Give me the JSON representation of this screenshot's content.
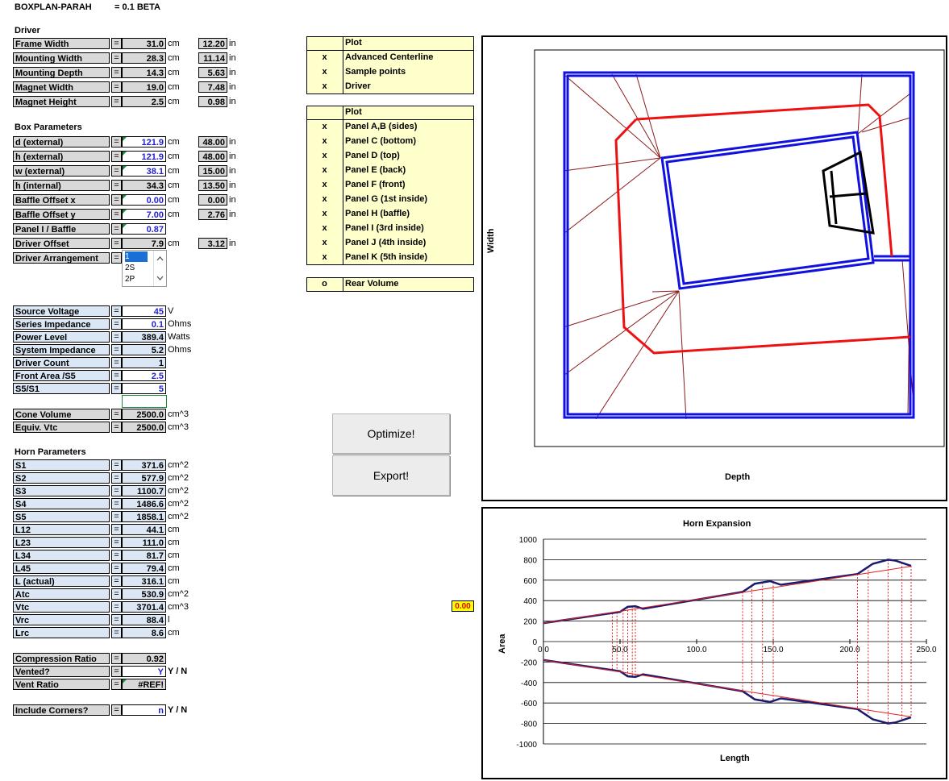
{
  "app": {
    "title": "BOXPLAN-PARAH",
    "version": "= 0.1 BETA"
  },
  "driver": {
    "heading": "Driver",
    "rows": [
      {
        "label": "Frame Width",
        "value": "31.0",
        "unit": "cm",
        "conv": "12.20",
        "conv_unit": "in"
      },
      {
        "label": "Mounting Width",
        "value": "28.3",
        "unit": "cm",
        "conv": "11.14",
        "conv_unit": "in"
      },
      {
        "label": "Mounting Depth",
        "value": "14.3",
        "unit": "cm",
        "conv": "5.63",
        "conv_unit": "in"
      },
      {
        "label": "Magnet Width",
        "value": "19.0",
        "unit": "cm",
        "conv": "7.48",
        "conv_unit": "in"
      },
      {
        "label": "Magnet Height",
        "value": "2.5",
        "unit": "cm",
        "conv": "0.98",
        "conv_unit": "in"
      }
    ]
  },
  "box": {
    "heading": "Box Parameters",
    "rows": [
      {
        "label": "d (external)",
        "value": "121.9",
        "unit": "cm",
        "conv": "48.00",
        "conv_unit": "in"
      },
      {
        "label": "h (external)",
        "value": "121.9",
        "unit": "cm",
        "conv": "48.00",
        "conv_unit": "in"
      },
      {
        "label": "w (external)",
        "value": "38.1",
        "unit": "cm",
        "conv": "15.00",
        "conv_unit": "in"
      },
      {
        "label": "h (internal)",
        "value": "34.3",
        "unit": "cm",
        "conv": "13.50",
        "conv_unit": "in"
      },
      {
        "label": "Baffle Offset x",
        "value": "0.00",
        "unit": "cm",
        "conv": "0.00",
        "conv_unit": "in"
      },
      {
        "label": "Baffle Offset y",
        "value": "7.00",
        "unit": "cm",
        "conv": "2.76",
        "conv_unit": "in"
      },
      {
        "label": "Panel I / Baffle",
        "value": "0.87",
        "unit": "",
        "conv": "",
        "conv_unit": ""
      },
      {
        "label": "Driver Offset",
        "value": "7.9",
        "unit": "cm",
        "conv": "3.12",
        "conv_unit": "in"
      },
      {
        "label": "Driver Arrangement",
        "value": "",
        "unit": "",
        "conv": "",
        "conv_unit": ""
      }
    ],
    "arrangement_options": [
      "1",
      "2S",
      "2P"
    ]
  },
  "electrical": {
    "rows": [
      {
        "label": "Source Voltage",
        "value": "45",
        "unit": "V"
      },
      {
        "label": "Series Impedance",
        "value": "0.1",
        "unit": "Ohms"
      },
      {
        "label": "Power Level",
        "value": "389.4",
        "unit": "Watts"
      },
      {
        "label": "System Impedance",
        "value": "5.2",
        "unit": "Ohms"
      },
      {
        "label": "Driver Count",
        "value": "1",
        "unit": ""
      },
      {
        "label": "Front Area /S5",
        "value": "2.5",
        "unit": ""
      },
      {
        "label": "S5/S1",
        "value": "5",
        "unit": ""
      }
    ]
  },
  "cone": {
    "rows": [
      {
        "label": "Cone Volume",
        "value": "2500.0",
        "unit": "cm^3"
      },
      {
        "label": "Equiv. Vtc",
        "value": "2500.0",
        "unit": "cm^3"
      }
    ]
  },
  "horn": {
    "heading": "Horn Parameters",
    "rows": [
      {
        "label": "S1",
        "value": "371.6",
        "unit": "cm^2"
      },
      {
        "label": "S2",
        "value": "577.9",
        "unit": "cm^2"
      },
      {
        "label": "S3",
        "value": "1100.7",
        "unit": "cm^2"
      },
      {
        "label": "S4",
        "value": "1486.6",
        "unit": "cm^2"
      },
      {
        "label": "S5",
        "value": "1858.1",
        "unit": "cm^2"
      },
      {
        "label": "L12",
        "value": "44.1",
        "unit": "cm"
      },
      {
        "label": "L23",
        "value": "111.0",
        "unit": "cm"
      },
      {
        "label": "L34",
        "value": "81.7",
        "unit": "cm"
      },
      {
        "label": "L45",
        "value": "79.4",
        "unit": "cm"
      },
      {
        "label": "L (actual)",
        "value": "316.1",
        "unit": "cm"
      },
      {
        "label": "Atc",
        "value": "530.9",
        "unit": "cm^2"
      },
      {
        "label": "Vtc",
        "value": "3701.4",
        "unit": "cm^3"
      },
      {
        "label": "Vrc",
        "value": "88.4",
        "unit": "l"
      },
      {
        "label": "Lrc",
        "value": "8.6",
        "unit": "cm"
      }
    ]
  },
  "misc": {
    "rows": [
      {
        "label": "Compression Ratio",
        "value": "0.92",
        "unit": ""
      },
      {
        "label": "Vented?",
        "value": "Y",
        "unit": "Y / N"
      },
      {
        "label": "Vent Ratio",
        "value": "#REF!",
        "unit": ""
      }
    ],
    "corners": {
      "label": "Include Corners?",
      "value": "n",
      "unit": "Y / N"
    }
  },
  "plot1": {
    "header": "Plot",
    "items": [
      {
        "mark": "x",
        "label": "Advanced Centerline"
      },
      {
        "mark": "x",
        "label": "Sample points"
      },
      {
        "mark": "x",
        "label": "Driver"
      }
    ]
  },
  "plot2": {
    "header": "Plot",
    "items": [
      {
        "mark": "x",
        "label": "Panel A,B (sides)"
      },
      {
        "mark": "x",
        "label": "Panel C (bottom)"
      },
      {
        "mark": "x",
        "label": "Panel D (top)"
      },
      {
        "mark": "x",
        "label": "Panel E (back)"
      },
      {
        "mark": "x",
        "label": "Panel F (front)"
      },
      {
        "mark": "x",
        "label": "Panel G (1st inside)"
      },
      {
        "mark": "x",
        "label": "Panel H (baffle)"
      },
      {
        "mark": "x",
        "label": "Panel I (3rd inside)"
      },
      {
        "mark": "x",
        "label": "Panel J (4th inside)"
      },
      {
        "mark": "x",
        "label": "Panel K (5th inside)"
      }
    ]
  },
  "rear": {
    "mark": "o",
    "label": "Rear Volume"
  },
  "buttons": {
    "optimize": "Optimize!",
    "export": "Export!"
  },
  "badge": "0.00",
  "layout_plot": {
    "xlabel": "Depth",
    "ylabel": "Width"
  },
  "colors": {
    "panel": "#1010e0",
    "centerline": "#ee1111",
    "samples": "#8b1a1a",
    "driver": "#000000",
    "horn": "#1a1a6e"
  },
  "chart_data": {
    "type": "line",
    "title": "Horn Expansion",
    "xlabel": "Length",
    "ylabel": "Area",
    "xlim": [
      0,
      250
    ],
    "ylim": [
      -1000,
      1000
    ],
    "x_ticks": [
      "0.0",
      "50.0",
      "100.0",
      "150.0",
      "200.0",
      "250.0"
    ],
    "y_ticks": [
      "1000",
      "800",
      "600",
      "400",
      "200",
      "0",
      "-200",
      "-400",
      "-600",
      "-800",
      "-1000"
    ],
    "grid": true,
    "series": [
      {
        "x": [
          0,
          50,
          55,
          60,
          65,
          130,
          138,
          148,
          155,
          205,
          215,
          225,
          230,
          240
        ],
        "values": [
          180,
          290,
          340,
          345,
          320,
          485,
          565,
          590,
          555,
          660,
          760,
          800,
          790,
          740
        ]
      },
      {
        "x": [
          0,
          50,
          55,
          60,
          65,
          130,
          138,
          148,
          155,
          205,
          215,
          225,
          230,
          240
        ],
        "values": [
          -180,
          -290,
          -340,
          -345,
          -320,
          -485,
          -565,
          -590,
          -555,
          -660,
          -760,
          -800,
          -790,
          -740
        ]
      },
      {
        "x": [
          0,
          240
        ],
        "values": [
          180,
          735
        ]
      },
      {
        "x": [
          0,
          240
        ],
        "values": [
          -180,
          -735
        ]
      }
    ],
    "sample_x": [
      45,
      48,
      52,
      55,
      58,
      60,
      130,
      136,
      143,
      150,
      205,
      212,
      225,
      234,
      240
    ]
  }
}
